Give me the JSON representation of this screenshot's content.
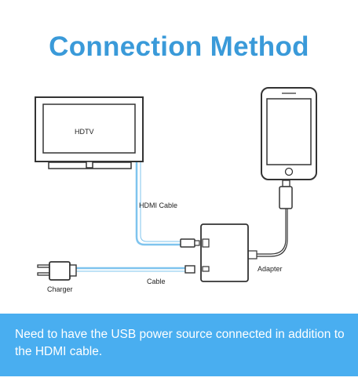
{
  "title": "Connection Method",
  "labels": {
    "tv": "HDTV",
    "hdmi_cable": "HDMI Cable",
    "adapter": "Adapter",
    "cable": "Cable",
    "charger": "Charger"
  },
  "note": "Need to have the USB power source connected in addition to the HDMI cable.",
  "colors": {
    "title": "#3a9ad9",
    "banner": "#49aef0",
    "cable": "#7fc4ee",
    "outline": "#333333"
  }
}
